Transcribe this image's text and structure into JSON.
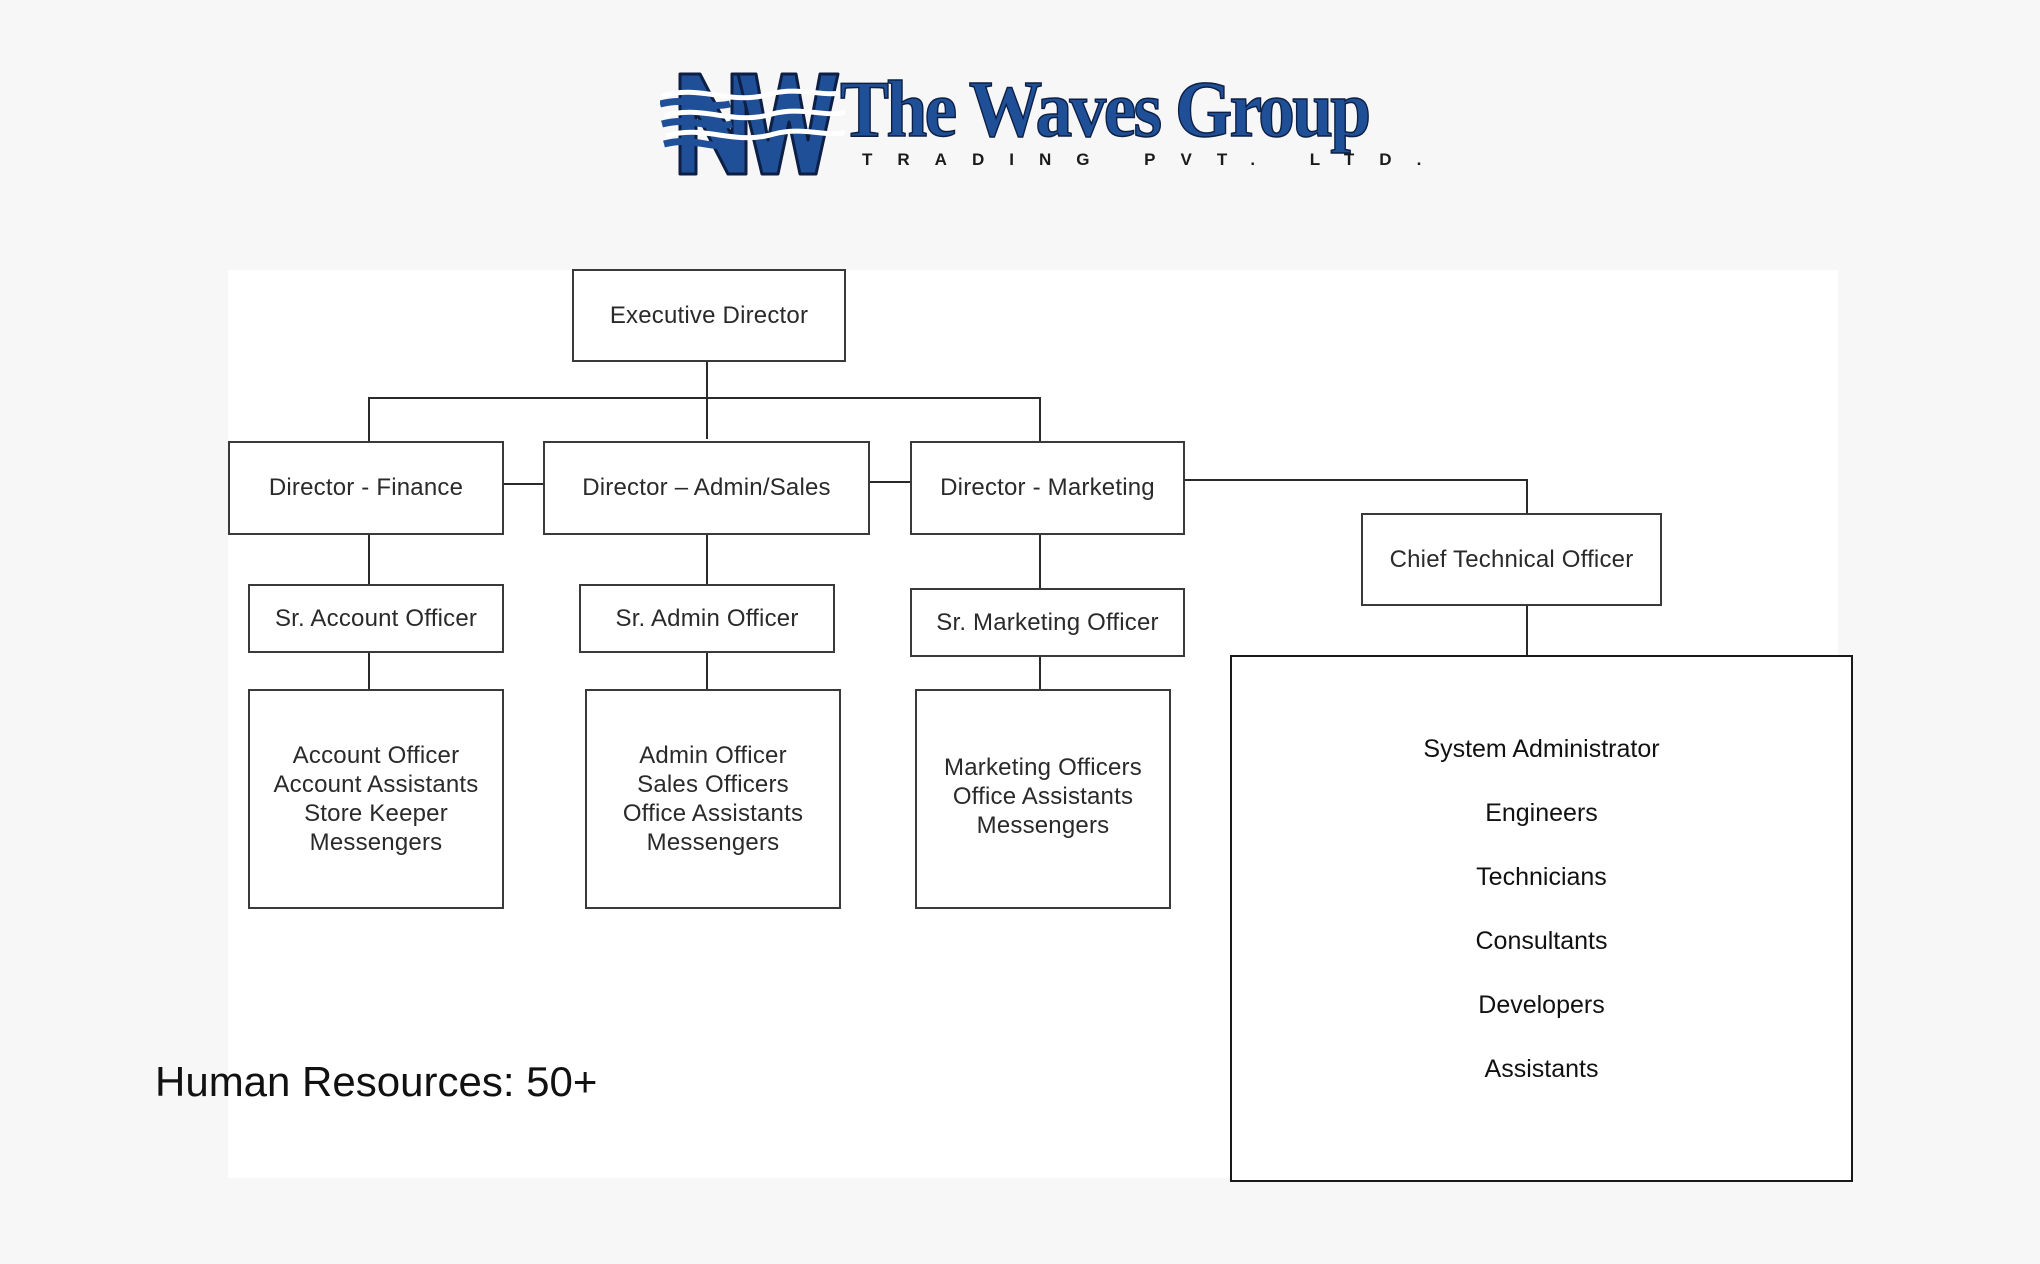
{
  "logo": {
    "name": "The Waves Group",
    "tagline": "TRADING PVT. LTD.",
    "colors": {
      "primary": "#1f4f97",
      "outline": "#0d1f44"
    }
  },
  "org_chart": {
    "executive": "Executive Director",
    "directors": [
      {
        "title": "Director - Finance",
        "senior": "Sr. Account Officer",
        "staff": [
          "Account Officer",
          "Account Assistants",
          "Store Keeper",
          "Messengers"
        ]
      },
      {
        "title": "Director – Admin/Sales",
        "senior": "Sr. Admin Officer",
        "staff": [
          "Admin Officer",
          "Sales Officers",
          "Office Assistants",
          "Messengers"
        ]
      },
      {
        "title": "Director - Marketing",
        "senior": "Sr. Marketing Officer",
        "staff": [
          "Marketing Officers",
          "Office Assistants",
          "Messengers"
        ]
      }
    ],
    "cto": {
      "title": "Chief Technical Officer",
      "team": [
        "System Administrator",
        "Engineers",
        "Technicians",
        "Consultants",
        "Developers",
        "Assistants"
      ]
    }
  },
  "summary": "Human Resources: 50+"
}
